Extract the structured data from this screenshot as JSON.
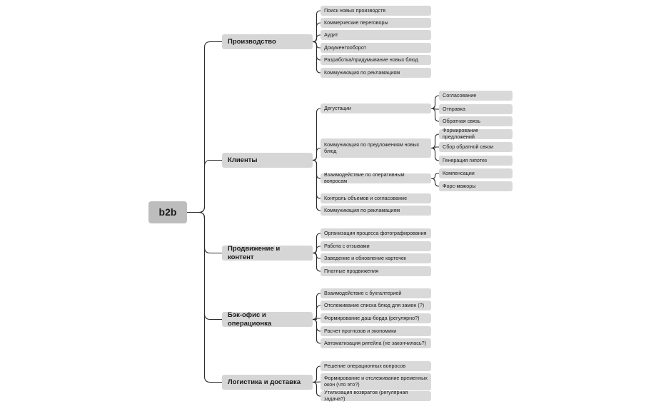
{
  "root": {
    "label": "b2b"
  },
  "branches": [
    {
      "label": "Производство",
      "children": [
        {
          "label": "Поиск новых производств"
        },
        {
          "label": "Коммерческие переговоры"
        },
        {
          "label": "Аудит"
        },
        {
          "label": "Документооборот"
        },
        {
          "label": "Разработка/придумывание новых блюд"
        },
        {
          "label": "Коммуникация по рекламациям"
        }
      ]
    },
    {
      "label": "Клиенты",
      "children": [
        {
          "label": "Дегустации",
          "children": [
            {
              "label": "Согласование"
            },
            {
              "label": "Отправка"
            },
            {
              "label": "Обратная связь"
            }
          ]
        },
        {
          "label": "Коммуникация по предложениям новых блюд",
          "children": [
            {
              "label": "Формирование предложений"
            },
            {
              "label": "Сбор обратной связи"
            },
            {
              "label": "Генерация гипотез"
            }
          ]
        },
        {
          "label": "Взаимодействие по оперативным вопросам",
          "children": [
            {
              "label": "Компенсации"
            },
            {
              "label": "Форс-мажоры"
            }
          ]
        },
        {
          "label": "Контроль объемов и согласование"
        },
        {
          "label": "Коммуникация по рекламациям"
        }
      ]
    },
    {
      "label": "Продвижение и контент",
      "children": [
        {
          "label": "Организация процесса фотографирования"
        },
        {
          "label": "Работа с отзывами"
        },
        {
          "label": "Заведение и обновление карточек"
        },
        {
          "label": "Платные продвижения"
        }
      ]
    },
    {
      "label": "Бэк-офис и операционка",
      "children": [
        {
          "label": "Взаимодействие с бухгалтерией"
        },
        {
          "label": "Отслеживание списка блюд для замен (?)"
        },
        {
          "label": "Формирование даш-борда (регулярно?)"
        },
        {
          "label": "Расчет прогнозов и экономики"
        },
        {
          "label": "Автоматизация ритейла (не закончилась?)"
        }
      ]
    },
    {
      "label": "Логистика и доставка",
      "children": [
        {
          "label": "Решение операционных вопросов"
        },
        {
          "label": "Формирование и отслеживание временных окон (что это?)"
        },
        {
          "label": "Утилизация возвратов (регулярная задача?)"
        }
      ]
    }
  ]
}
